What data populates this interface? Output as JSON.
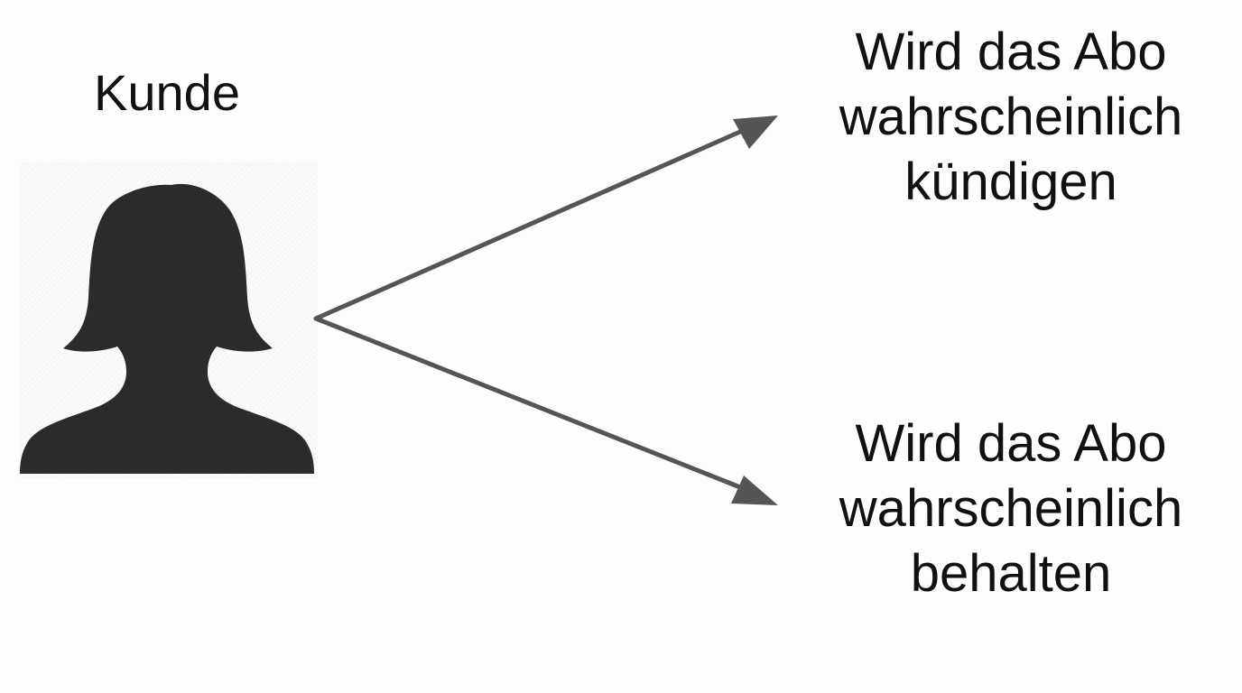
{
  "diagram": {
    "source": {
      "label": "Kunde",
      "icon": "woman-silhouette-icon"
    },
    "outcomes": [
      {
        "lines": [
          "Wird das Abo",
          "wahrscheinlich",
          "kündigen"
        ]
      },
      {
        "lines": [
          "Wird das Abo",
          "wahrscheinlich",
          "behalten"
        ]
      }
    ],
    "colors": {
      "background": "#fdfdfd",
      "silhouette": "#2b2b2b",
      "arrow": "#555555",
      "text": "#111111"
    }
  }
}
